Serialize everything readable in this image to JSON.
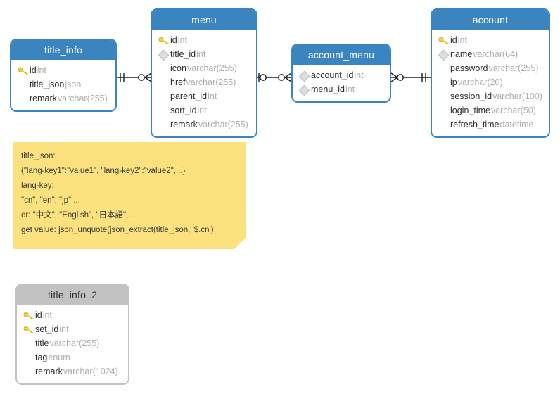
{
  "diagram": {
    "type": "entity-relationship-diagram",
    "background": "#ffffff",
    "colors": {
      "header_blue": "#3a85c0",
      "header_gray": "#c2c2c2",
      "note_yellow": "#fbe27f",
      "field_name": "#2b2b2b",
      "field_type": "#aeaeae",
      "key_icon": "#f2c230"
    }
  },
  "entities": [
    {
      "name": "title_info",
      "style": "blue",
      "fields": [
        {
          "marker": "key-icon",
          "name": "id",
          "type": "int"
        },
        {
          "marker": "none",
          "name": "title_json",
          "type": "json"
        },
        {
          "marker": "none",
          "name": "remark",
          "type": "varchar(255)"
        }
      ]
    },
    {
      "name": "menu",
      "style": "blue",
      "fields": [
        {
          "marker": "key-icon",
          "name": "id",
          "type": "int"
        },
        {
          "marker": "diamond-icon",
          "name": "title_id",
          "type": "int"
        },
        {
          "marker": "none",
          "name": "icon",
          "type": "varchar(255)"
        },
        {
          "marker": "none",
          "name": "href",
          "type": "varchar(255)"
        },
        {
          "marker": "none",
          "name": "parent_id",
          "type": "int"
        },
        {
          "marker": "none",
          "name": "sort_id",
          "type": "int"
        },
        {
          "marker": "none",
          "name": "remark",
          "type": "varchar(255)"
        }
      ]
    },
    {
      "name": "account_menu",
      "style": "blue",
      "fields": [
        {
          "marker": "diamond-icon",
          "name": "account_id",
          "type": "int"
        },
        {
          "marker": "diamond-icon",
          "name": "menu_id",
          "type": "int"
        }
      ]
    },
    {
      "name": "account",
      "style": "blue",
      "fields": [
        {
          "marker": "key-icon",
          "name": "id",
          "type": "int"
        },
        {
          "marker": "diamond-icon",
          "name": "name",
          "type": "varchar(64)"
        },
        {
          "marker": "none",
          "name": "password",
          "type": "varchar(255)"
        },
        {
          "marker": "none",
          "name": "ip",
          "type": "varchar(20)"
        },
        {
          "marker": "none",
          "name": "session_id",
          "type": "varchar(100)"
        },
        {
          "marker": "none",
          "name": "login_time",
          "type": "varchar(50)"
        },
        {
          "marker": "none",
          "name": "refresh_time",
          "type": "datetime"
        }
      ]
    },
    {
      "name": "title_info_2",
      "style": "gray",
      "fields": [
        {
          "marker": "key-icon",
          "name": "id",
          "type": "int"
        },
        {
          "marker": "key-icon",
          "name": "set_id",
          "type": "int"
        },
        {
          "marker": "none",
          "name": "title",
          "type": "varchar(255)"
        },
        {
          "marker": "none",
          "name": "tag",
          "type": "enum"
        },
        {
          "marker": "none",
          "name": "remark",
          "type": "varchar(1024)"
        }
      ]
    }
  ],
  "relationships": [
    {
      "from": "title_info",
      "to": "menu",
      "from_cardinality": "one-and-only-one",
      "to_cardinality": "zero-or-many"
    },
    {
      "from": "menu",
      "to": "account_menu",
      "from_cardinality": "zero-or-one",
      "to_cardinality": "zero-or-many"
    },
    {
      "from": "account_menu",
      "to": "account",
      "from_cardinality": "zero-or-many",
      "to_cardinality": "one-and-only-one"
    }
  ],
  "note": {
    "lines": [
      "title_json:",
      "{\"lang-key1\":\"value1\", \"lang-key2\":\"value2\",...}",
      "lang-key:",
      "\"cn\", \"en\", \"jp\" ...",
      "or: \"中文\", \"English\", \"日本語\", ...",
      "get value: json_unquote(json_extract(title_json, '$.cn')"
    ]
  }
}
